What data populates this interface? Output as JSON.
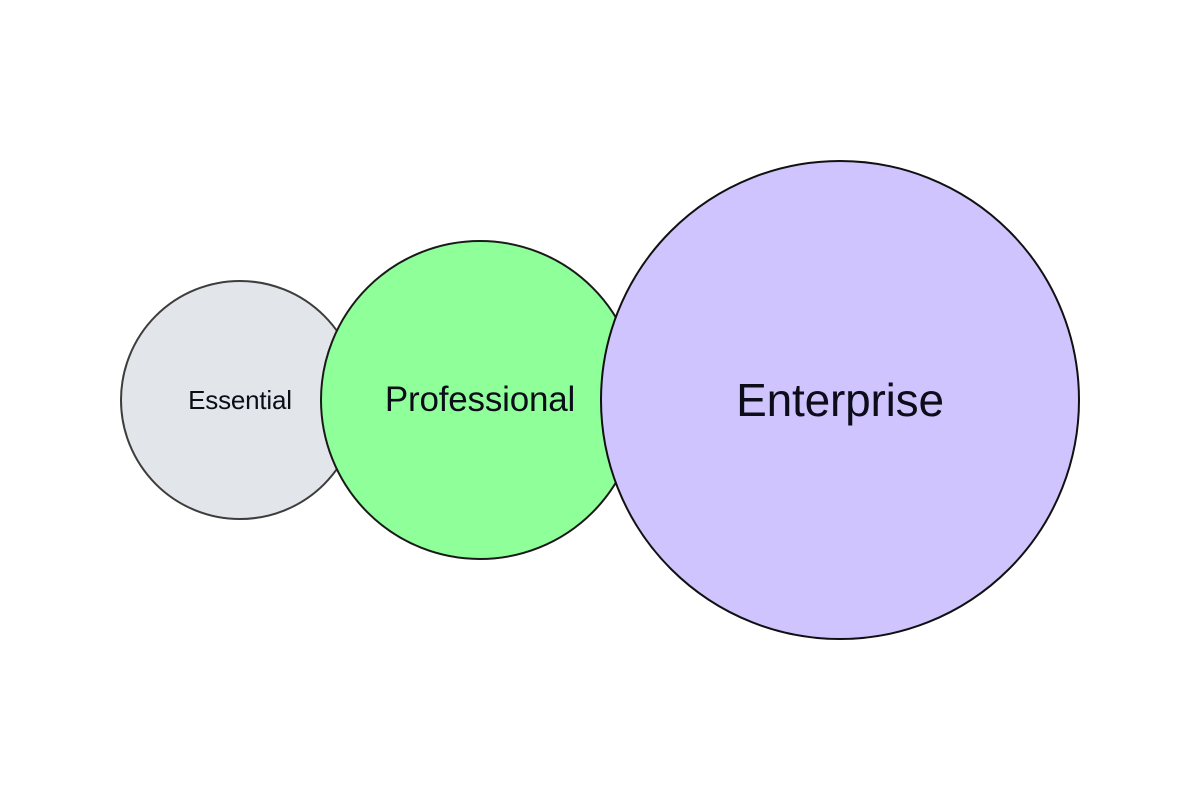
{
  "tiers": [
    {
      "label": "Essential",
      "fill": "#e2e5e9",
      "stroke": "#3d3d3d"
    },
    {
      "label": "Professional",
      "fill": "#8fff9a",
      "stroke": "#1a1a1a"
    },
    {
      "label": "Enterprise",
      "fill": "#d0c4ff",
      "stroke": "#111111"
    }
  ]
}
